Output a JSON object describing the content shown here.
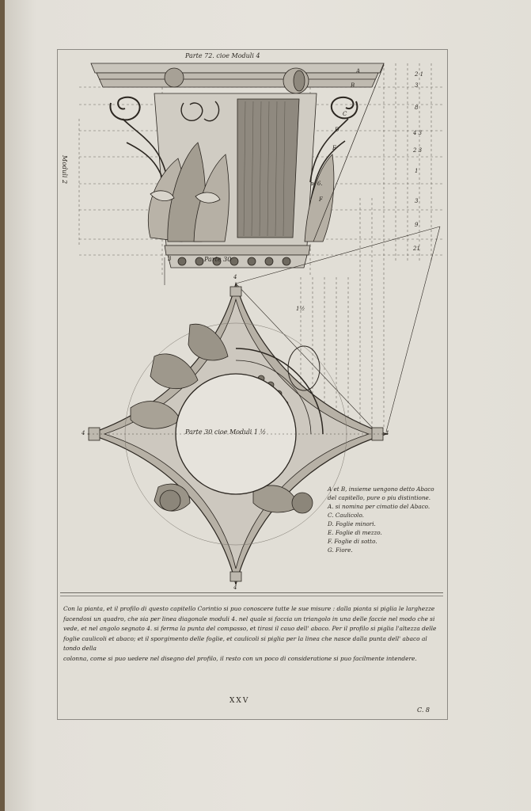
{
  "plate": {
    "top_label": "Parte 72. cioe Moduli 4",
    "side_label": "Moduli 2",
    "base_label": "Parte 30",
    "plan_label": "Parte 30 cioe Moduli 1 ½",
    "num_3": "3",
    "num_4_top": "4",
    "num_4_left": "4",
    "num_4_right": "4",
    "num_4_bottom": "4",
    "mark_p6": "p. 6.",
    "mark_sesqui": "1½",
    "letters": [
      "A",
      "B",
      "C",
      "D",
      "E",
      "F"
    ],
    "scale_right": [
      "2 1",
      "3",
      "4 3",
      "8",
      "2 3",
      "1",
      "3",
      "21",
      "9"
    ]
  },
  "legend": {
    "lines": [
      "A et B, insieme uengono detto Abaco",
      "del capitello, pure o piu distintione.",
      "A. si nomina per cimatio del Abaco.",
      "C. Caulicolo.",
      "D. Foglie minori.",
      "E. Foglie di mezzo.",
      "F. Foglie di sotto.",
      "G. Fiore."
    ]
  },
  "caption": {
    "lines": [
      "Con la pianta, et il profilo di questo capitello Corintio si puo conoscere tutte le sue misure : dalla pianta si piglia le larghezze",
      "facendosi un quadro, che sia per linea diagonale moduli 4. nel quale si faccia un triangolo in una delle faccie nel modo che si",
      "vede, et nel angolo segnato 4. si ferma la punta del compasso, et tirasi il cauo dell' abaco. Per il profilo si piglia l'altezza delle",
      "foglie caulicoli et abaco; et il sporgimento delle foglie, et caulicoli si piglia per la linea che nasce dalla punta dell' abaco al tondo della",
      "colonna, come si puo uedere nel disegno del profilo, il resto con un poco di consideratione si puo facilmente intendere."
    ]
  },
  "footer": {
    "plate_number": "XXV",
    "signature": "C. 8"
  }
}
